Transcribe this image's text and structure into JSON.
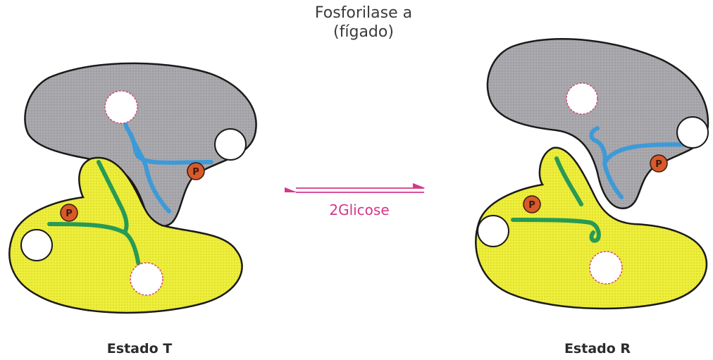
{
  "title": {
    "line1": "Fosforilase a",
    "line2": "(fígado)"
  },
  "effector_label": "2Glicose",
  "states": {
    "t": {
      "label": "Estado T"
    },
    "r": {
      "label": "Estado R"
    }
  },
  "phosphate_symbol": "P",
  "colors": {
    "gray_subunit": "#a8a8ad",
    "yellow_subunit": "#eeed3a",
    "blue_chain": "#3d9ad8",
    "green_chain": "#279a55",
    "phosphate": "#d85a2a",
    "effector_text": "#d4378a",
    "arrow": "#d4378a"
  }
}
